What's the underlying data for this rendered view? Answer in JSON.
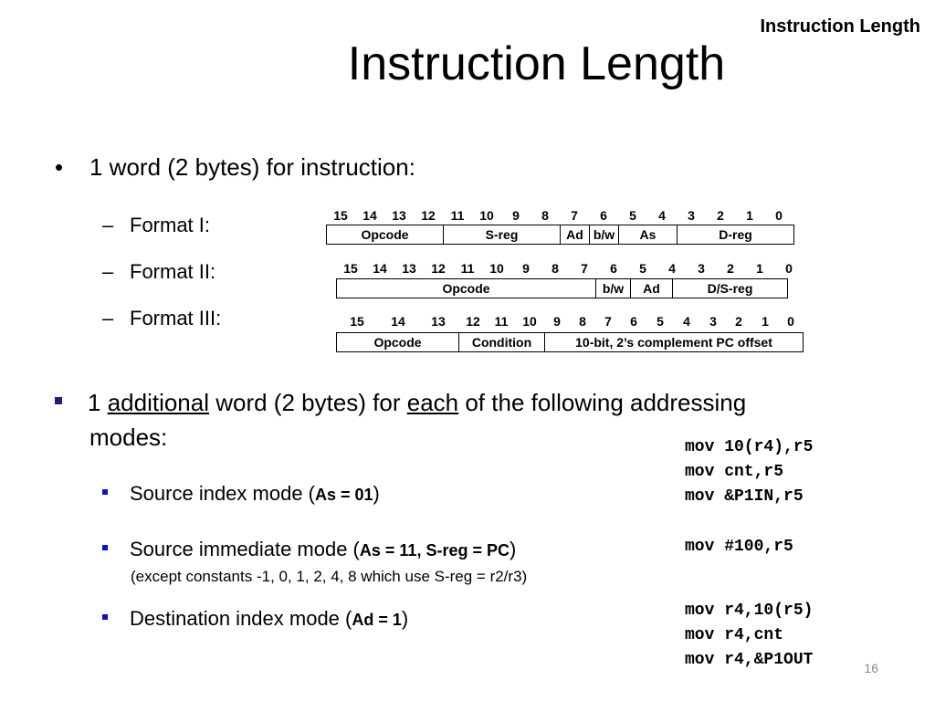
{
  "header": {
    "corner_title": "Instruction Length",
    "title": "Instruction Length"
  },
  "bullet1": {
    "marker": "•",
    "text": "1 word (2 bytes) for instruction:"
  },
  "formats": [
    {
      "dash": "–",
      "label": "Format I:",
      "bits": [
        "15",
        "14",
        "13",
        "12",
        "11",
        "10",
        "9",
        "8",
        "7",
        "6",
        "5",
        "4",
        "3",
        "2",
        "1",
        "0"
      ],
      "fields": [
        "Opcode",
        "S-reg",
        "Ad",
        "b/w",
        "As",
        "D-reg"
      ]
    },
    {
      "dash": "–",
      "label": "Format II:",
      "bits": [
        "15",
        "14",
        "13",
        "12",
        "11",
        "10",
        "9",
        "8",
        "7",
        "6",
        "5",
        "4",
        "3",
        "2",
        "1",
        "0"
      ],
      "fields": [
        "Opcode",
        "b/w",
        "Ad",
        "D/S-reg"
      ]
    },
    {
      "dash": "–",
      "label": "Format III:",
      "bits": [
        "15",
        "14",
        "13",
        "12",
        "11",
        "10",
        "9",
        "8",
        "7",
        "6",
        "5",
        "4",
        "3",
        "2",
        "1",
        "0"
      ],
      "fields": [
        "Opcode",
        "Condition",
        "10-bit, 2’s complement PC offset"
      ]
    }
  ],
  "bullet2": {
    "part1": "1 ",
    "underline1": "additional",
    "part2": " word (2 bytes) for ",
    "underline2": "each",
    "part3": " of the following addressing",
    "line2": "modes:"
  },
  "modes": [
    {
      "text": "Source index mode (",
      "bold": "As = 01",
      "close": ")"
    },
    {
      "text": "Source immediate mode (",
      "bold": "As = 11, S-reg = PC",
      "close": ")",
      "note": "(except constants -1, 0, 1, 2, 4, 8 which use S-reg = r2/r3)"
    },
    {
      "text": "Destination index mode (",
      "bold": "Ad = 1",
      "close": ")"
    }
  ],
  "code": {
    "source_index": [
      "mov 10(r4),r5",
      "mov cnt,r5",
      "mov &P1IN,r5"
    ],
    "source_immediate": [
      "mov #100,r5"
    ],
    "dest_index": [
      "mov r4,10(r5)",
      "mov r4,cnt",
      "mov r4,&P1OUT"
    ]
  },
  "page_number": "16",
  "colors": {
    "bullet_square": "#1f1f7a",
    "mode_square": "#1010c0"
  }
}
